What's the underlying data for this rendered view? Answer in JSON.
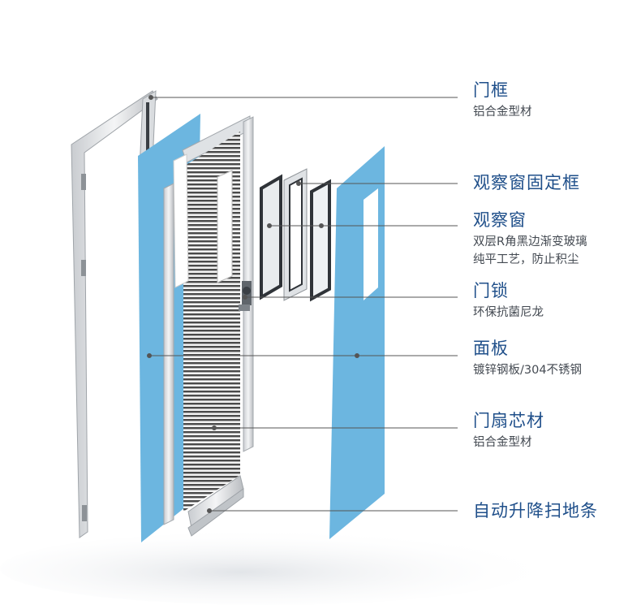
{
  "labels": {
    "frame": {
      "title": "门框",
      "sub": "铝合金型材"
    },
    "window_frame": {
      "title": "观察窗固定框"
    },
    "window": {
      "title": "观察窗",
      "sub1": "双层R角黑边渐变玻璃",
      "sub2": "纯平工艺，防止积尘"
    },
    "lock": {
      "title": "门锁",
      "sub": "环保抗菌尼龙"
    },
    "panel": {
      "title": "面板",
      "sub": "镀锌钢板/304不锈钢"
    },
    "core": {
      "title": "门扇芯材",
      "sub": "铝合金型材"
    },
    "sweep": {
      "title": "自动升降扫地条"
    }
  },
  "colors": {
    "panel_blue": "#6cb6e0",
    "title_blue": "#1f4f8a",
    "leader_line": "#555555",
    "aluminum": "#e6e8ea"
  }
}
